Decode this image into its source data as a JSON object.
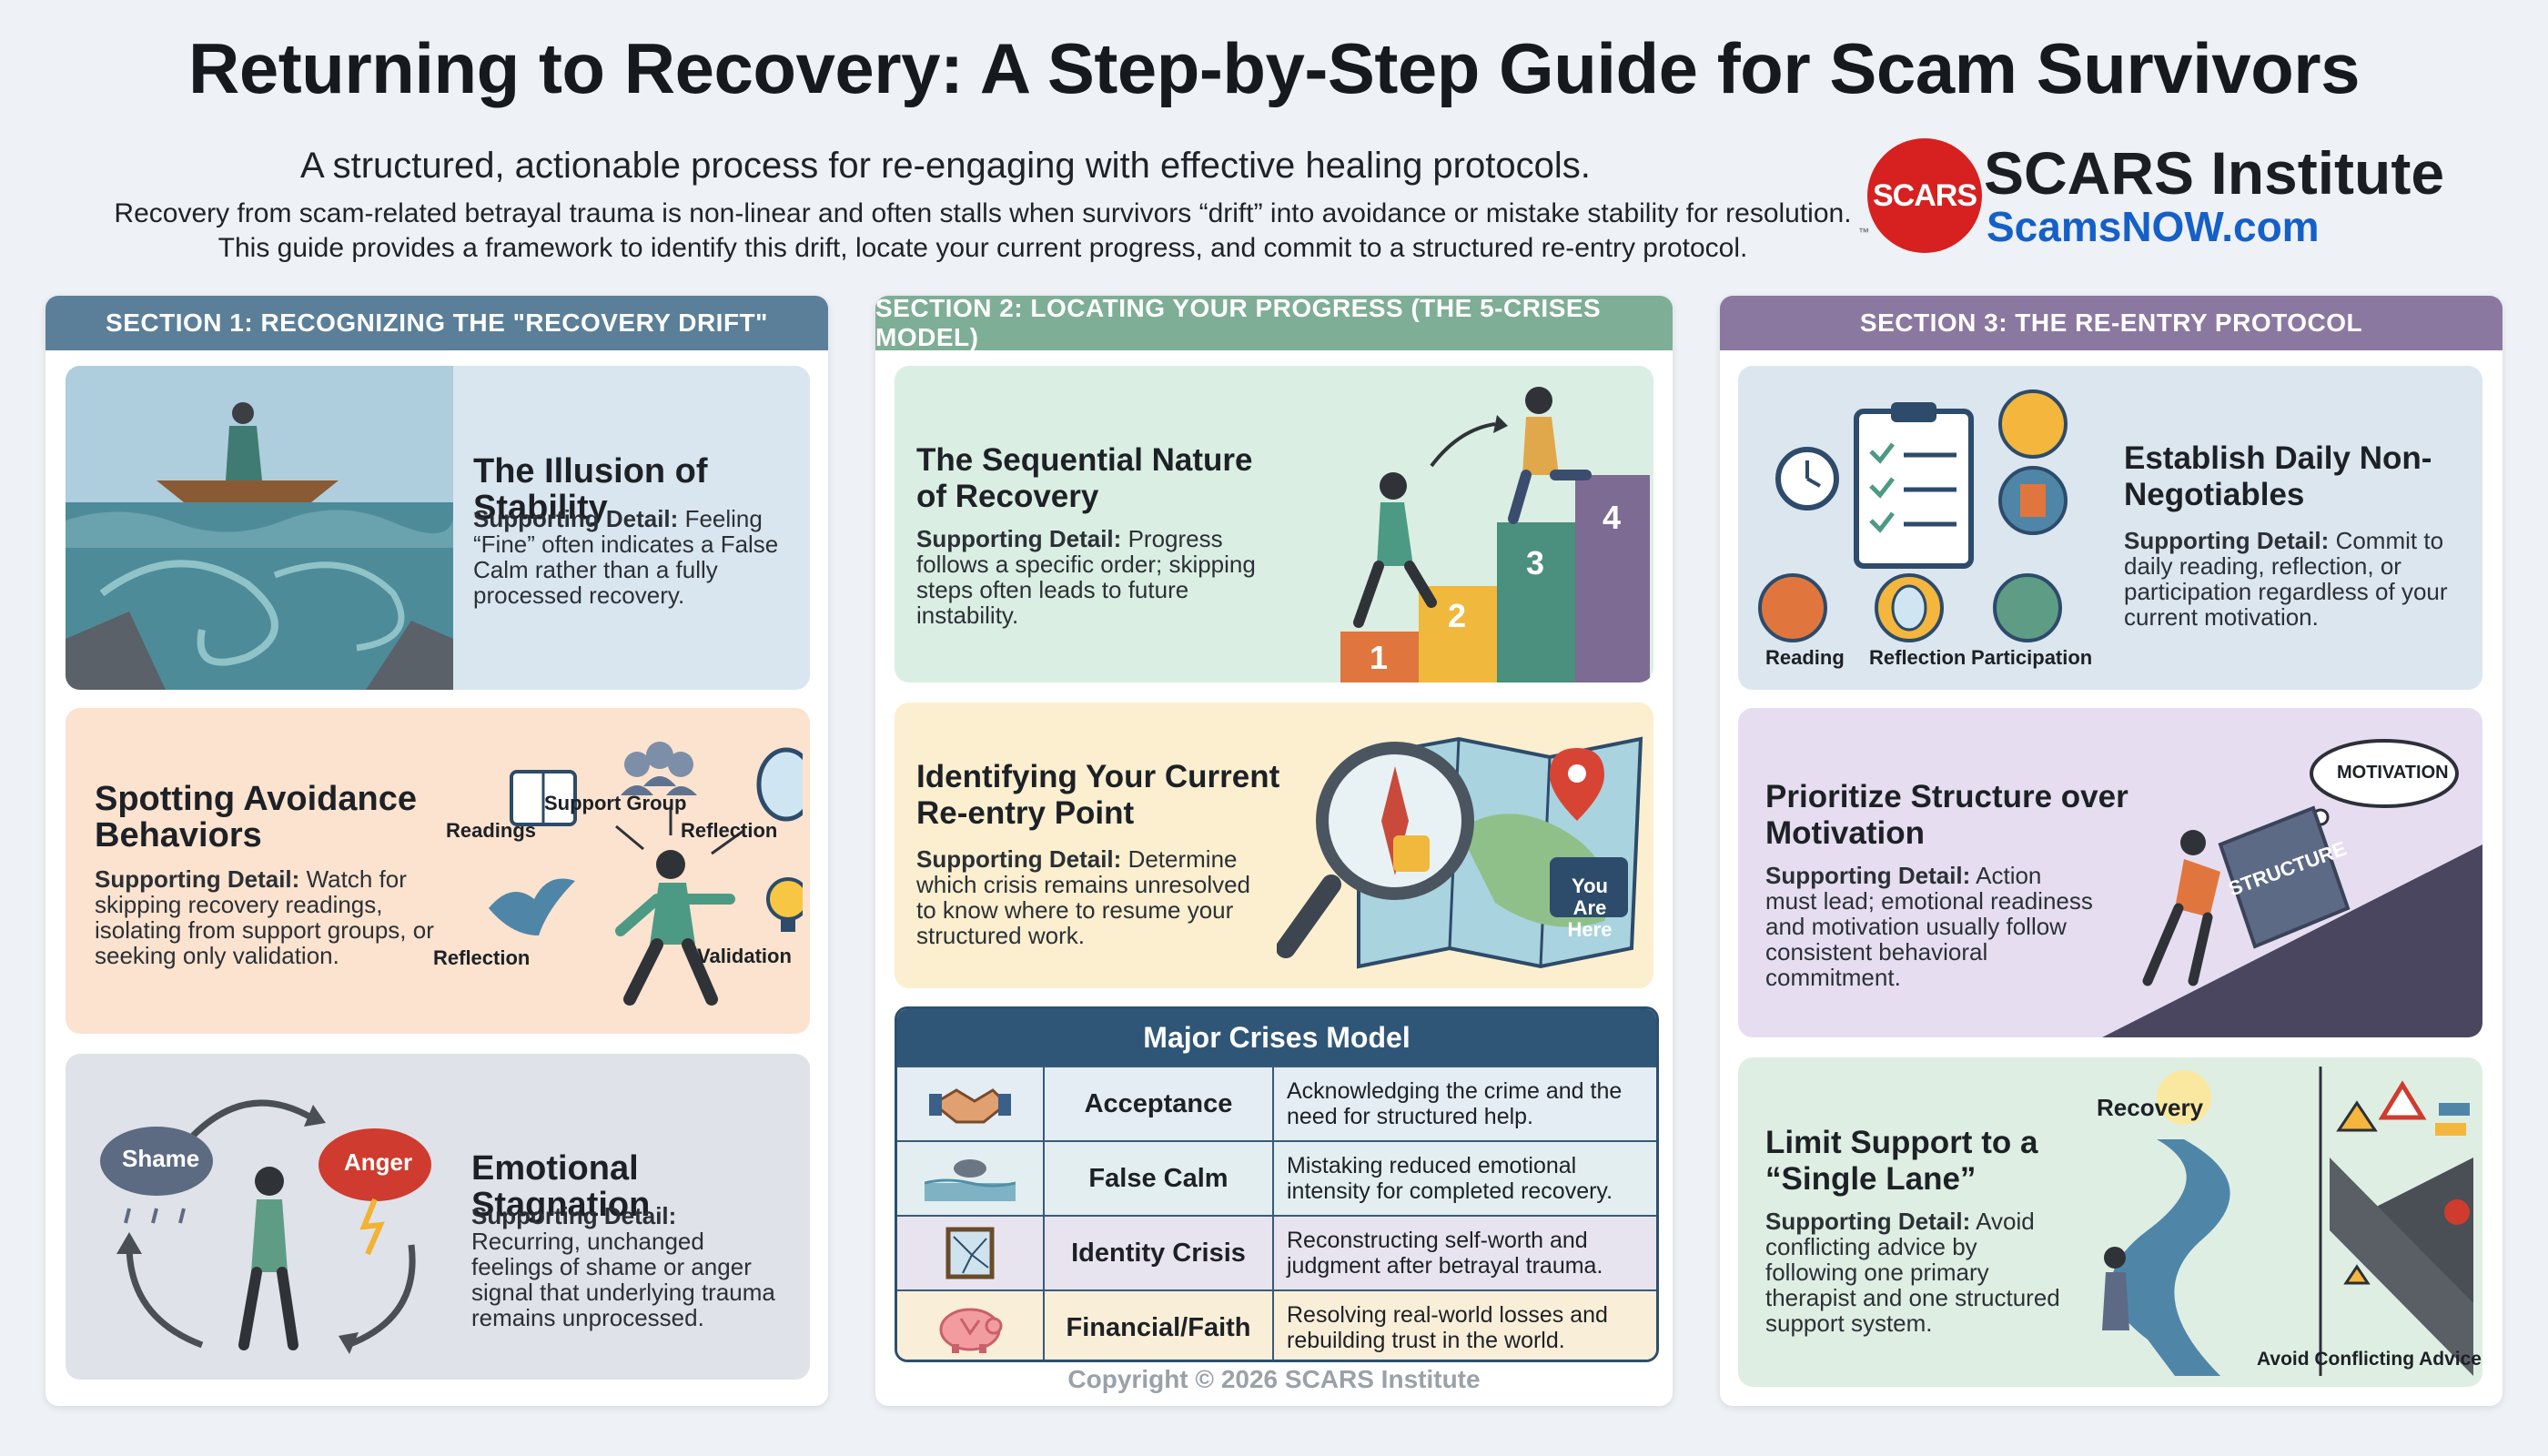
{
  "title": "Returning to Recovery: A Step-by-Step Guide for Scam Survivors",
  "subtitle": "A structured, actionable process for re-engaging with effective healing protocols.",
  "intro": [
    "Recovery from scam-related betrayal trauma is non-linear and often stalls when survivors “drift” into avoidance or mistake stability for resolution.",
    "This guide provides a framework to identify this drift, locate your current progress, and commit to a structured re-entry protocol."
  ],
  "brand": {
    "logo_text": "SCARS",
    "name": "SCARS Institute",
    "url": "ScamsNOW.com",
    "tm": "™"
  },
  "colors": {
    "section1": "#5b7f99",
    "section2": "#7eae96",
    "section3": "#8b78a0",
    "brand_red": "#d72020",
    "brand_blue": "#1560c8"
  },
  "sections": [
    {
      "header": "SECTION 1: RECOGNIZING THE \"RECOVERY DRIFT\"",
      "panels": [
        {
          "title": "The Illusion of Stability",
          "detail_label": "Supporting Detail:",
          "detail": "Feeling “Fine” often indicates a False Calm rather than a fully processed recovery."
        },
        {
          "title": "Spotting Avoidance Behaviors",
          "detail_label": "Supporting Detail:",
          "detail": "Watch for skipping recovery readings, isolating from support groups, or seeking only validation.",
          "labels": {
            "readings": "Readings",
            "support_group": "Support Group",
            "reflection_mirror": "Reflection",
            "reflection_bird": "Reflection",
            "validation": "Validation"
          }
        },
        {
          "title": "Emotional Stagnation",
          "detail_label": "Supporting Detail:",
          "detail": "Recurring, unchanged feelings of shame or anger signal that underlying trauma remains unprocessed.",
          "labels": {
            "shame": "Shame",
            "anger": "Anger"
          }
        }
      ]
    },
    {
      "header": "SECTION 2: LOCATING YOUR PROGRESS (THE 5-CRISES MODEL)",
      "panels": [
        {
          "title": "The Sequential Nature of Recovery",
          "detail_label": "Supporting Detail:",
          "detail": "Progress follows a specific order; skipping steps often leads to future instability.",
          "steps": [
            "1",
            "2",
            "3",
            "4"
          ]
        },
        {
          "title": "Identifying Your Current Re-entry Point",
          "detail_label": "Supporting Detail:",
          "detail": "Determine which crisis remains unresolved to know where to resume your structured work.",
          "map_label": "You Are Here"
        }
      ],
      "crises_table": {
        "title": "Major Crises Model",
        "rows": [
          {
            "icon": "handshake-icon",
            "name": "Acceptance",
            "desc": "Acknowledging the crime and the need for structured help."
          },
          {
            "icon": "calm-water-icon",
            "name": "False Calm",
            "desc": "Mistaking reduced emotional intensity for completed recovery."
          },
          {
            "icon": "broken-mirror-icon",
            "name": "Identity Crisis",
            "desc": "Reconstructing self-worth and judgment after betrayal trauma."
          },
          {
            "icon": "piggy-bank-icon",
            "name": "Financial/Faith",
            "desc": "Resolving real-world losses and rebuilding trust in the world."
          }
        ]
      },
      "copyright": "Copyright © 2026  SCARS Institute"
    },
    {
      "header": "SECTION 3: THE RE-ENTRY PROTOCOL",
      "panels": [
        {
          "title": "Establish Daily Non-Negotiables",
          "detail_label": "Supporting Detail:",
          "detail": "Commit to daily reading, reflection, or participation regardless of your current motivation.",
          "labels": {
            "reading": "Reading",
            "reflection": "Reflection",
            "participation": "Participation"
          }
        },
        {
          "title": "Prioritize Structure over Motivation",
          "detail_label": "Supporting Detail:",
          "detail": "Action must lead; emotional readiness and motivation usually follow consistent behavioral commitment.",
          "labels": {
            "cloud": "MOTIVATION",
            "block": "STRUCTURE"
          }
        },
        {
          "title": "Limit Support to a “Single Lane”",
          "detail_label": "Supporting Detail:",
          "detail": "Avoid conflicting advice by following one primary therapist and one structured support system.",
          "labels": {
            "recovery": "Recovery",
            "avoid": "Avoid Conflicting Advice"
          }
        }
      ]
    }
  ]
}
